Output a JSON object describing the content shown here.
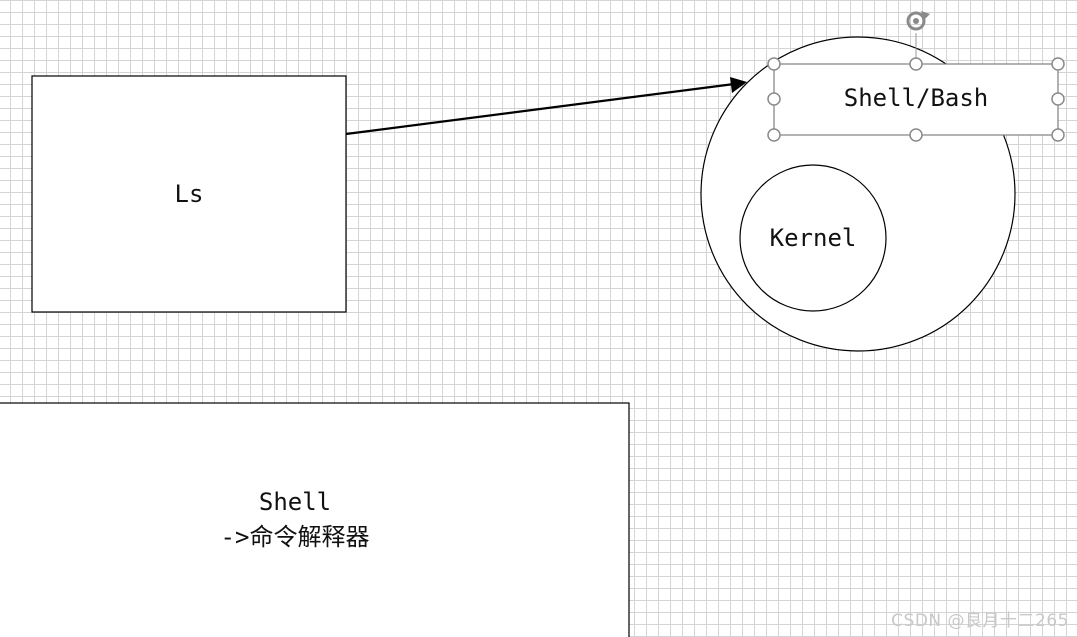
{
  "diagram": {
    "ls_box": {
      "label": "Ls"
    },
    "shell_box": {
      "line1": "Shell",
      "line2": "->命令解释器"
    },
    "outer_circle": {},
    "kernel_circle": {
      "label": "Kernel"
    },
    "shell_bash_box": {
      "label": "Shell/Bash",
      "selected": true
    }
  },
  "watermark": "CSDN @良月十二265"
}
